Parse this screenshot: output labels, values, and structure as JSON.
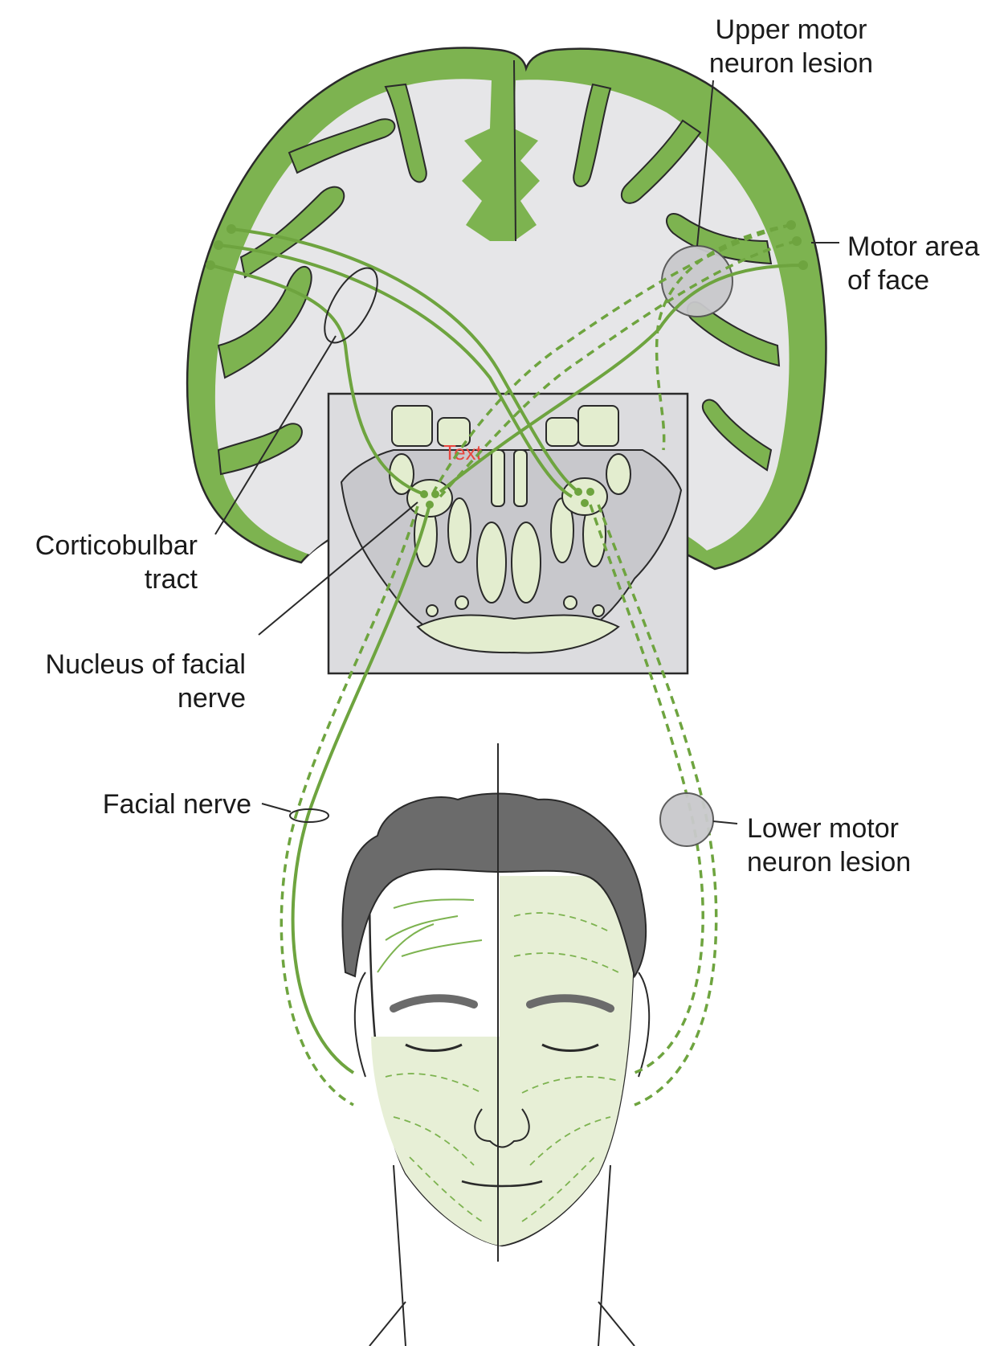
{
  "labels": {
    "upper_motor_line1": "Upper motor",
    "upper_motor_line2": "neuron lesion",
    "motor_area_line1": "Motor area",
    "motor_area_line2": "of face",
    "corticobulbar_line1": "Corticobulbar",
    "corticobulbar_line2": "tract",
    "nucleus_line1": "Nucleus of facial",
    "nucleus_line2": "nerve",
    "facial_nerve": "Facial nerve",
    "lower_motor_line1": "Lower motor",
    "lower_motor_line2": "neuron lesion",
    "placeholder_text": "Text"
  },
  "colors": {
    "cortex_green": "#7db350",
    "nerve_green": "#6ea43f",
    "white_matter": "#e6e6e8",
    "lesion_gray": "#c9c9cc",
    "brainstem_gray": "#cfcfd2",
    "nucleus_fill": "#e3edcf",
    "hair": "#6b6b6b",
    "face_fill": "#e7efd6",
    "text_red": "#e8473f"
  }
}
